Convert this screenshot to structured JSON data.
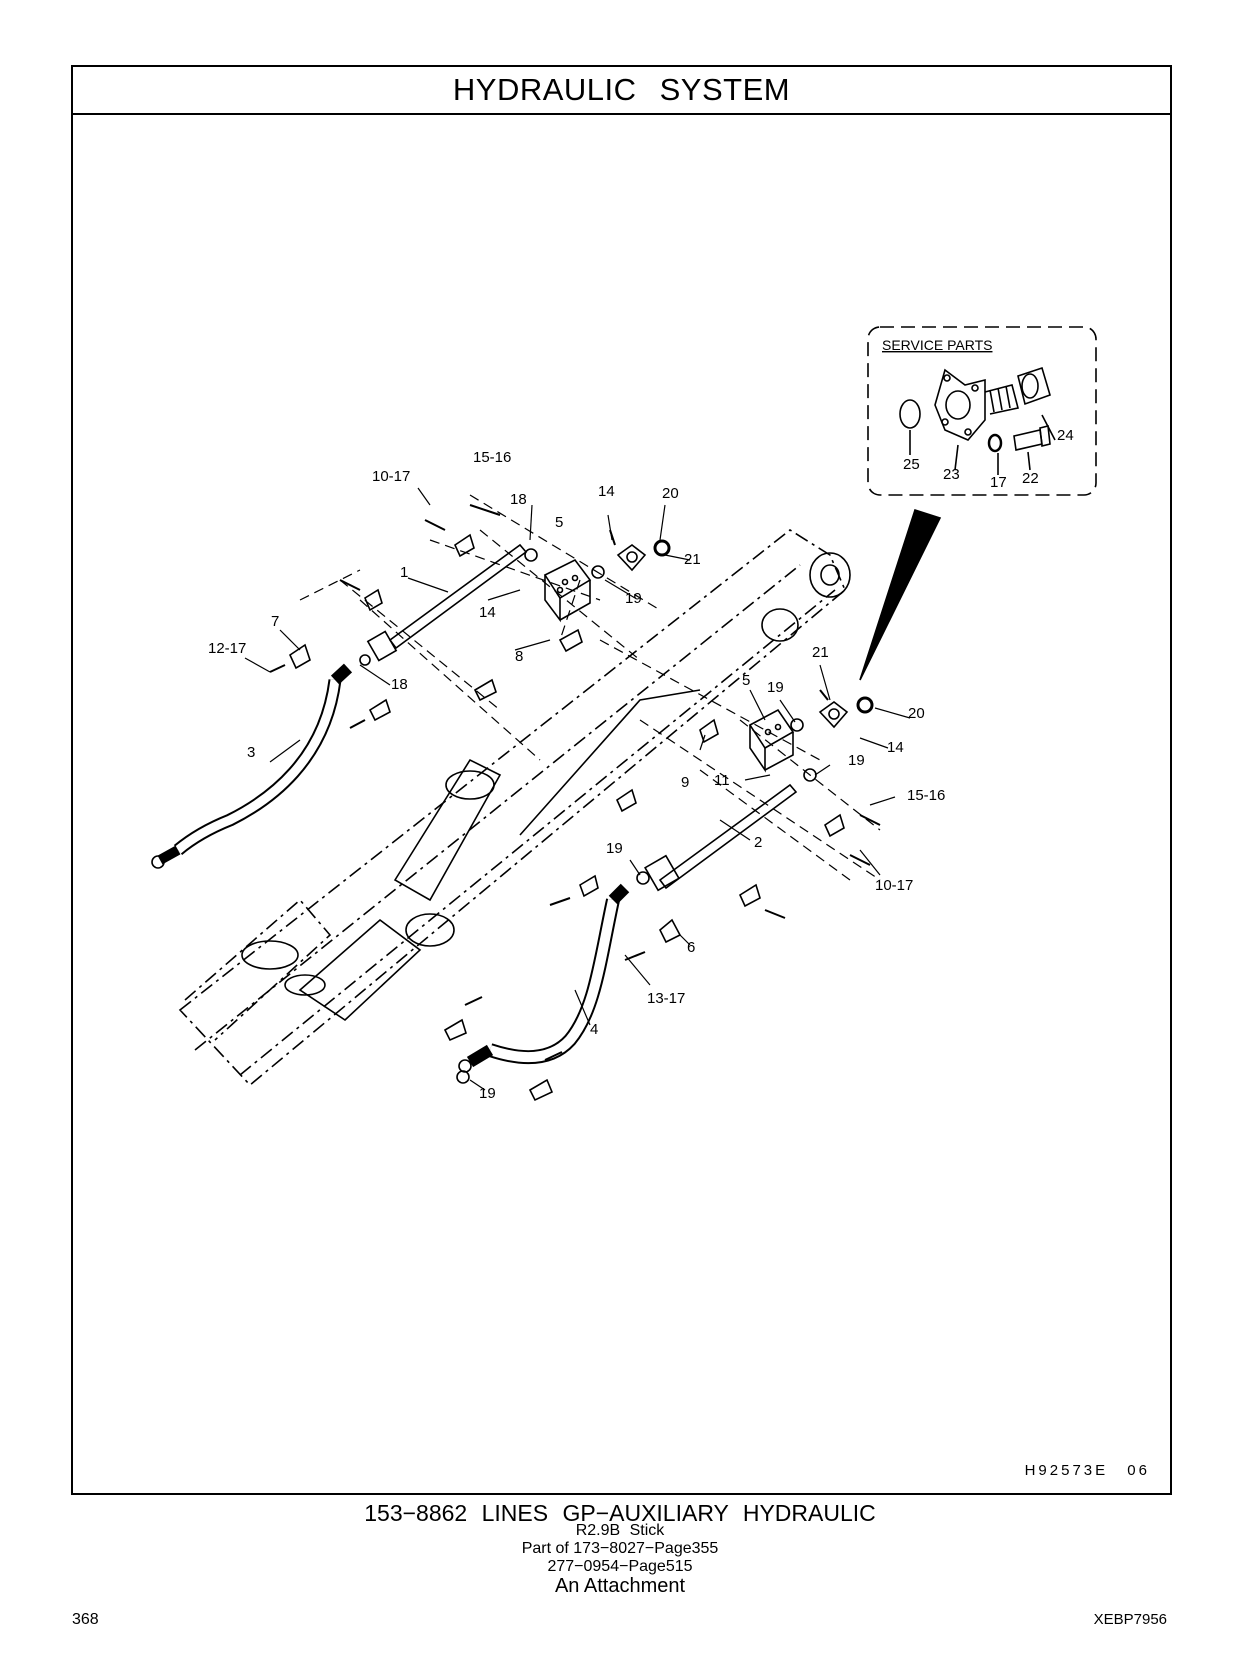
{
  "header": {
    "title": "HYDRAULIC   SYSTEM"
  },
  "inset": {
    "label": "SERVICE  PARTS",
    "callouts": [
      "25",
      "23",
      "17",
      "22",
      "24"
    ]
  },
  "callouts": {
    "c15_16a": "15-16",
    "c10_17a": "10-17",
    "c18a": "18",
    "c14a": "14",
    "c20a": "20",
    "c5a": "5",
    "c21a": "21",
    "c19a": "19",
    "c1": "1",
    "c14b": "14",
    "c8": "8",
    "c7": "7",
    "c12_17": "12-17",
    "c18b": "18",
    "c3": "3",
    "c21b": "21",
    "c5b": "5",
    "c19b": "19",
    "c20b": "20",
    "c14c": "14",
    "c19c": "19",
    "c9": "9",
    "c11": "11",
    "c15_16b": "15-16",
    "c2": "2",
    "c19d": "19",
    "c10_17b": "10-17",
    "c6": "6",
    "c13_17": "13-17",
    "c4": "4",
    "c19e": "19"
  },
  "drawing_code": "H92573E   06",
  "footer": {
    "main": "153−8862  LINES  GP−AUXILIARY  HYDRAULIC",
    "line1": "R2.9B  Stick",
    "line2": "Part of 173−8027−Page355",
    "line3": "277−0954−Page515",
    "line4": "An Attachment"
  },
  "page_number": "368",
  "doc_id": "XEBP7956"
}
